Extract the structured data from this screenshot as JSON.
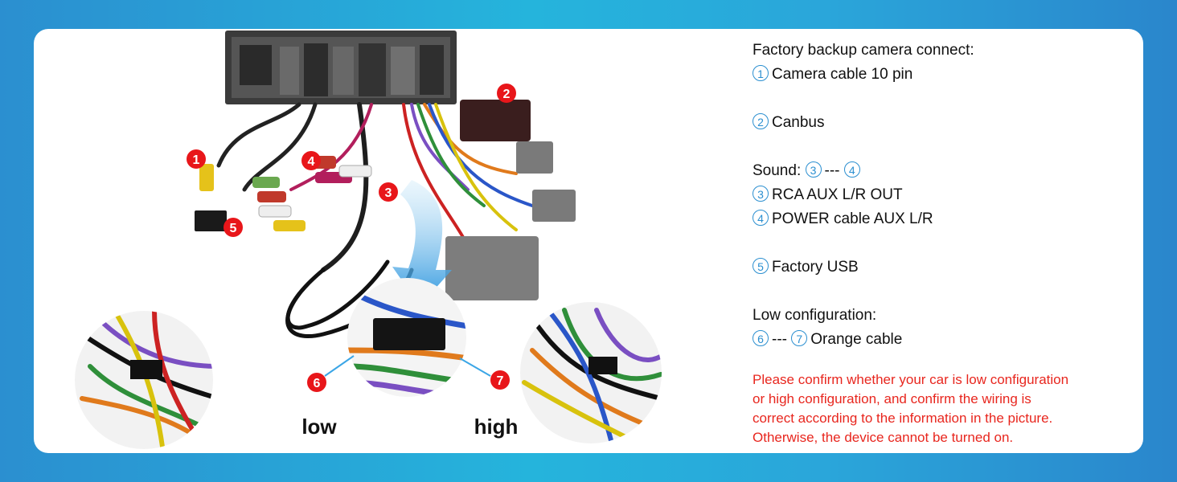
{
  "badges": [
    "1",
    "2",
    "3",
    "4",
    "5",
    "6",
    "7"
  ],
  "photo_labels": {
    "low": "low",
    "high": "high"
  },
  "panel": {
    "camera_heading": "Factory backup camera connect:",
    "item1": {
      "num": "1",
      "text": "Camera cable 10 pin"
    },
    "item2": {
      "num": "2",
      "text": "Canbus"
    },
    "sound_heading": "Sound:",
    "sound_range": {
      "from": "3",
      "sep": "---",
      "to": "4"
    },
    "item3": {
      "num": "3",
      "text": "RCA AUX L/R OUT"
    },
    "item4": {
      "num": "4",
      "text": "POWER cable AUX L/R"
    },
    "item5": {
      "num": "5",
      "text": "Factory USB"
    },
    "low_heading": "Low configuration:",
    "low_range": {
      "from": "6",
      "sep": "---",
      "to": "7",
      "text": "Orange cable"
    },
    "warning": [
      "Please confirm whether your car is low configuration",
      "or high configuration, and confirm the wiring is",
      "correct according to the information in the picture.",
      "Otherwise, the device cannot be turned on."
    ]
  },
  "colors": {
    "accent": "#2b8fd0",
    "badge": "#e8161a",
    "warning": "#e8261e",
    "arrow": "#3ba6e6"
  }
}
